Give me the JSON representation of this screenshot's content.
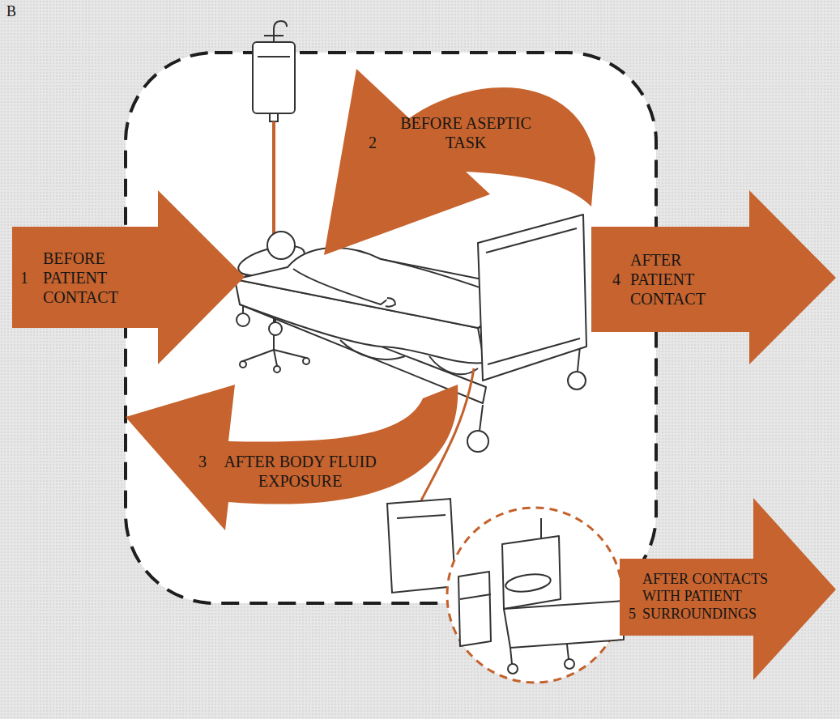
{
  "diagram": {
    "nodes": [
      {
        "text": [
          "1",
          "BEFORE PATIENT CONTACT"
        ]
      },
      {
        "text": [
          "2",
          "BEFORE ASEPTIC TASK"
        ]
      },
      {
        "text": [
          "3",
          "AFTER BODY FLUID EXPOSURE"
        ]
      },
      {
        "text": [
          "4",
          "AFTER PATIENT CONTACT"
        ]
      },
      {
        "text": [
          "5",
          "AFTER CONTACTS WITH PATIENT SURROUNDINGS"
        ]
      }
    ],
    "labels": [
      "B"
    ]
  }
}
